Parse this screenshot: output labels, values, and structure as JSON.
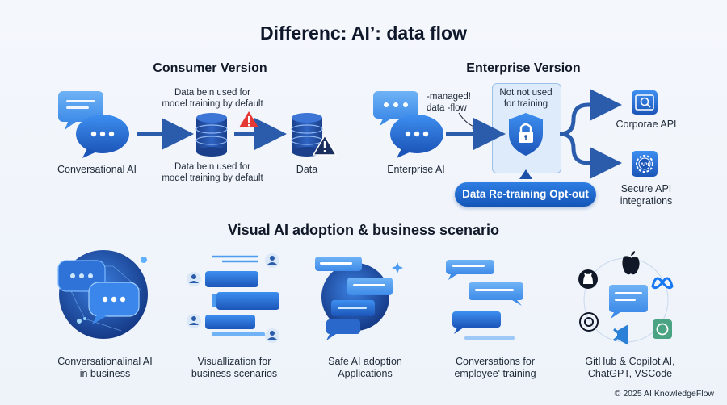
{
  "title": "Differenc: AI’: data flow",
  "consumer": {
    "heading": "Consumer Version",
    "note_top": "Data bein used for\nmodel training by default",
    "note_bottom": "Data bein used for\nmodel training by default",
    "source_label": "Conversational AI",
    "target_label": "Data"
  },
  "enterprise": {
    "heading": "Enterprise Version",
    "managed_note": "-managed!\ndata -flow",
    "box_note": "Not not used\nfor training",
    "source_label": "Enterprise AI",
    "optout_label": "Data Re-training Opt-out",
    "output_top": "Corporae API",
    "output_bottom": "Secure API\nintegrations",
    "api_badge": "API"
  },
  "scenarios": {
    "heading": "Visual AI adoption & business scenario",
    "items": [
      {
        "label": "Conversationalinal AI\nin business"
      },
      {
        "label": "Visuallization for\nbusiness scenarios"
      },
      {
        "label": "Safe AI adoption\nApplications"
      },
      {
        "label": "Conversations for\nemployee' training"
      },
      {
        "label": "GitHub & Copilot AI,\nChatGPT, VSCode"
      }
    ]
  },
  "footer": "© 2025 AI KnowledgeFlow",
  "colors": {
    "primary": "#1f5fbf",
    "dark_blue": "#1a3f8f",
    "light_blue": "#4d9cf0",
    "warning": "#e53935",
    "arrow": "#2a5cab"
  },
  "icons": [
    "chat-bubble-icon",
    "database-icon",
    "warning-icon",
    "lock-shield-icon",
    "search-window-icon",
    "api-gear-icon",
    "user-avatar-icon",
    "github-icon",
    "apple-icon",
    "meta-icon",
    "openai-icon",
    "vscode-icon"
  ]
}
